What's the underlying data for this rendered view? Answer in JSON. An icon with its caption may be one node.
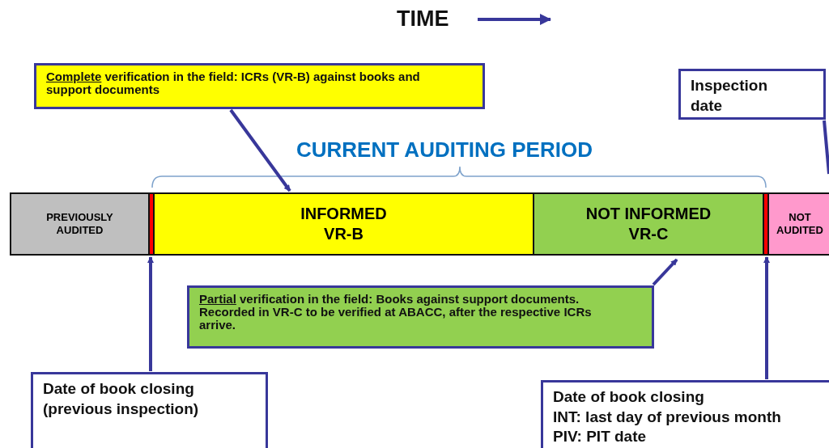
{
  "diagram": {
    "title": "TIME",
    "nodes": [
      {
        "text": [
          "PREVIOUSLY AUDITED"
        ]
      },
      {
        "text": [],
        "shape": "bar"
      },
      {
        "text": [
          "INFORMED VR-B"
        ]
      },
      {
        "text": [
          "NOT INFORMED VR-C"
        ]
      },
      {
        "text": [],
        "shape": "bar"
      },
      {
        "text": [
          "NOT AUDITED"
        ]
      },
      {
        "text": [
          "Complete verification in the field: ICRs (VR-B) against books and support documents"
        ]
      },
      {
        "text": [
          "Partial verification in the field: Books against support documents. Recorded in VR-C to be verified at ABACC, after the respective ICRs arrive."
        ]
      },
      {
        "text": [
          "Inspection date"
        ]
      },
      {
        "text": [
          "Date of book closing (previous inspection)"
        ]
      },
      {
        "text": [
          "Date of book closing",
          "INT: last day of previous month",
          "PIV: PIT date"
        ]
      }
    ],
    "edges": [
      {
        "from": 6,
        "to": 2,
        "arrow": "to"
      },
      {
        "from": 7,
        "to": 3,
        "arrow": "to"
      },
      {
        "from": 9,
        "to": 1,
        "arrow": "to"
      },
      {
        "from": 10,
        "to": 4,
        "arrow": "to"
      },
      {
        "from": 8,
        "to": null,
        "arrow": "none"
      }
    ],
    "labels": [
      "CURRENT AUDITING PERIOD"
    ]
  }
}
